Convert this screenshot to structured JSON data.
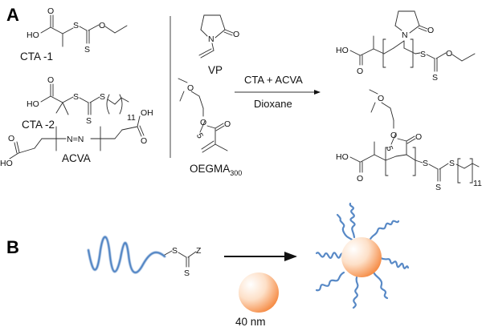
{
  "panels": {
    "a": {
      "label": "A"
    },
    "b": {
      "label": "B"
    }
  },
  "reagents": {
    "cta1": {
      "name": "CTA -1"
    },
    "cta2": {
      "name": "CTA -2",
      "repeat": "11"
    },
    "acva": {
      "name": "ACVA"
    }
  },
  "monomers": {
    "vp": {
      "name": "VP"
    },
    "oegma": {
      "name": "OEGMA",
      "subscript": "300",
      "repeat": "5"
    }
  },
  "reaction": {
    "above_arrow": "CTA + ACVA",
    "below_arrow": "Dioxane"
  },
  "products": {
    "pvp_repeat_note": "",
    "poegma_side_repeat": "5",
    "poegma_end_repeat": "11"
  },
  "atoms": {
    "O": "O",
    "HO": "HO",
    "OH": "OH",
    "S": "S",
    "N": "N",
    "Z": "Z",
    "NN": "N=N"
  },
  "scheme_b": {
    "nanoparticle_size": "40 nm",
    "colors": {
      "polymer_chain": "#4a7fc1",
      "particle_light": "#fff3ea",
      "particle_dark": "#f47a2a"
    }
  }
}
